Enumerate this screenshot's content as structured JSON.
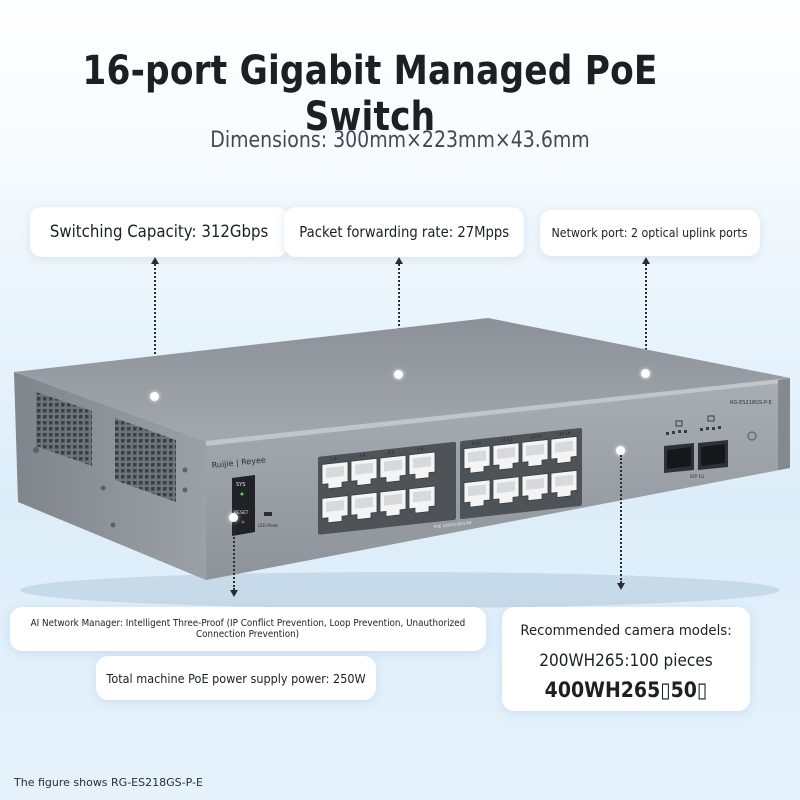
{
  "title": "16-port Gigabit Managed PoE Switch",
  "dimensions": "Dimensions: 300mm×223mm×43.6mm",
  "features": {
    "switching_capacity": "Switching Capacity: 312Gbps",
    "forwarding_rate": "Packet forwarding rate: 27Mpps",
    "network_port": "Network port: 2 optical uplink ports",
    "ai_manager_line1": "AI Network Manager: Intelligent Three-Proof (IP Conflict Prevention, Loop Prevention, Unauthorized",
    "ai_manager_line2": "Connection Prevention)",
    "poe_power": "Total machine PoE power supply power: 250W"
  },
  "camera": {
    "heading": "Recommended camera models:",
    "model_1": "200WH265:100 pieces",
    "model_2": "400WH265▯50▯"
  },
  "device": {
    "brand": "Ruijie | Reyee",
    "model_label": "RG-ES218GS-P-E",
    "sys_label": "SYS",
    "reset_label": "RESET",
    "led_mode_label": "LED Mode",
    "poe_label": "PoE 1000/100/10M",
    "sfp_label": "SFP 1G",
    "port_numbers_top": [
      "1",
      "3",
      "5",
      "7",
      "9",
      "11",
      "13",
      "15"
    ],
    "port_numbers_bottom": [
      "2",
      "4",
      "6",
      "8",
      "10",
      "12",
      "14",
      "16"
    ]
  },
  "footnote": "The figure shows RG-ES218GS-P-E",
  "colors": {
    "text_dark": "#1c1f24",
    "chassis_top": "#8f949b",
    "chassis_front": "#9aa0a7",
    "port_fill": "#f4f4f4"
  }
}
